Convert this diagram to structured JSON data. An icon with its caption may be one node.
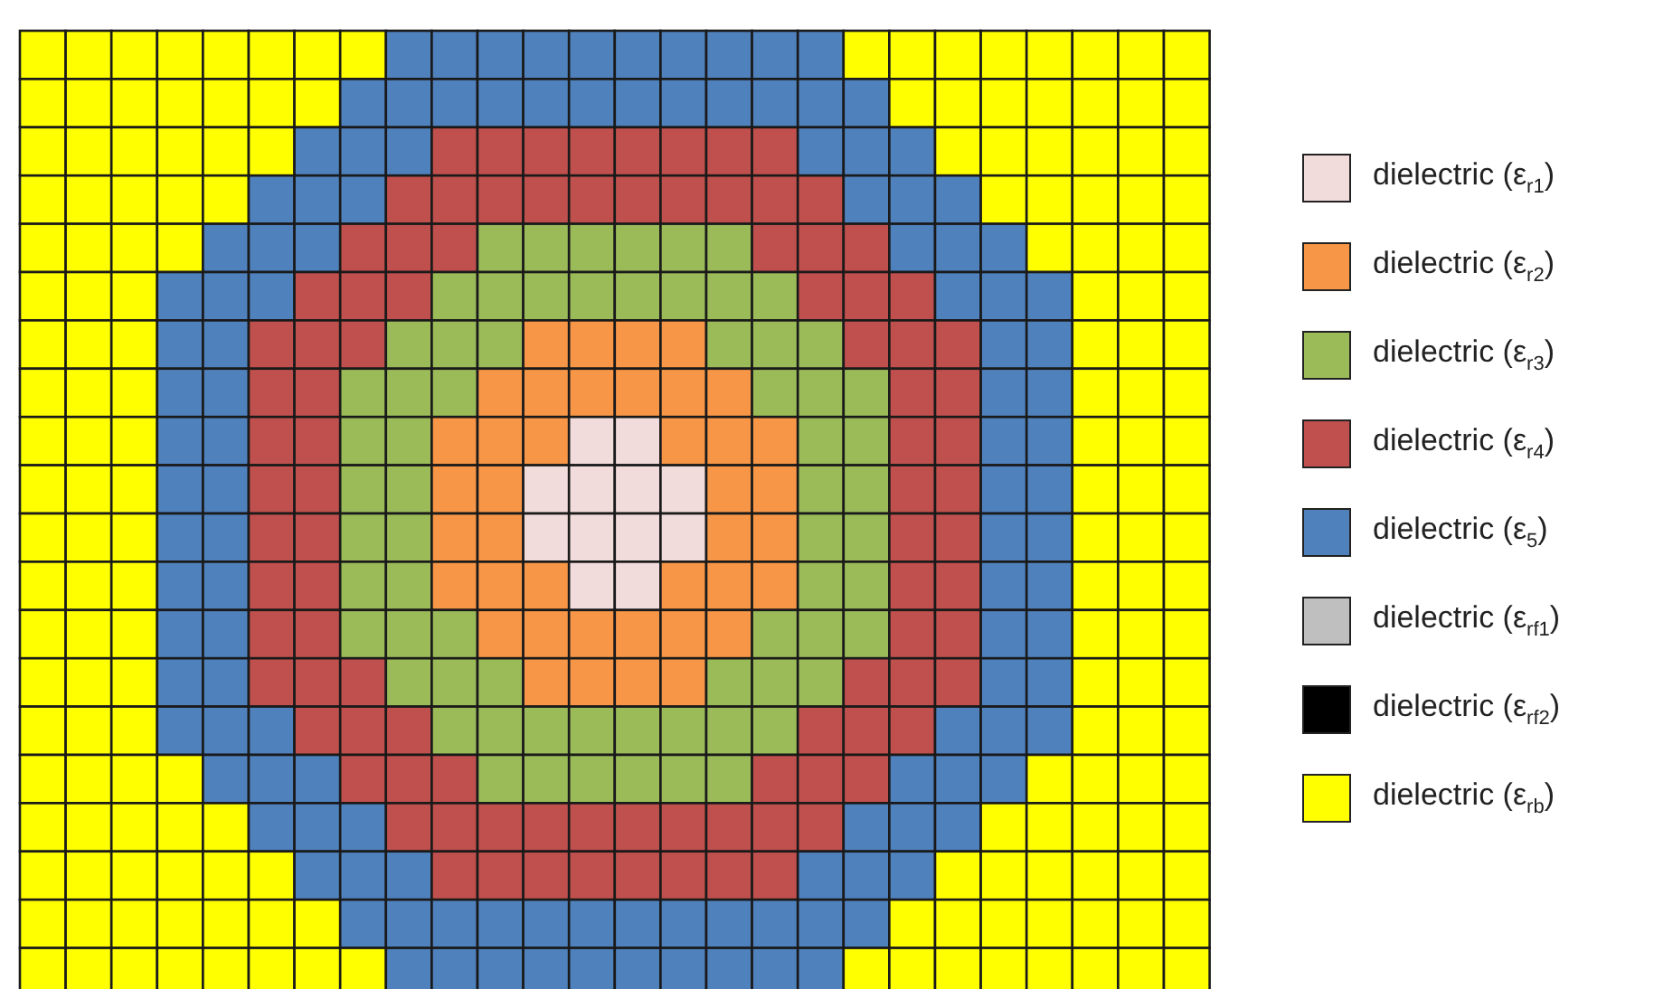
{
  "diagram": {
    "legend": [
      {
        "text": "dielectric (ε$_{r1}$)",
        "color": "#f2dcdb"
      },
      {
        "text": "dielectric (ε$_{r2}$)",
        "color": "#f79646"
      },
      {
        "text": "dielectric (ε$_{r3}$)",
        "color": "#9bbb59"
      },
      {
        "text": "dielectric (ε$_{r4}$)",
        "color": "#c0504d"
      },
      {
        "text": "dielectric (ε$_{5}$)",
        "color": "#4f81bd"
      },
      {
        "text": "dielectric (ε$_{rf1}$)",
        "color": "#bfbfbf"
      },
      {
        "text": "dielectric (ε$_{rf2}$)",
        "color": "#000000"
      },
      {
        "text": "dielectric (ε$_{rb}$)",
        "color": "#ffff00"
      }
    ]
  }
}
